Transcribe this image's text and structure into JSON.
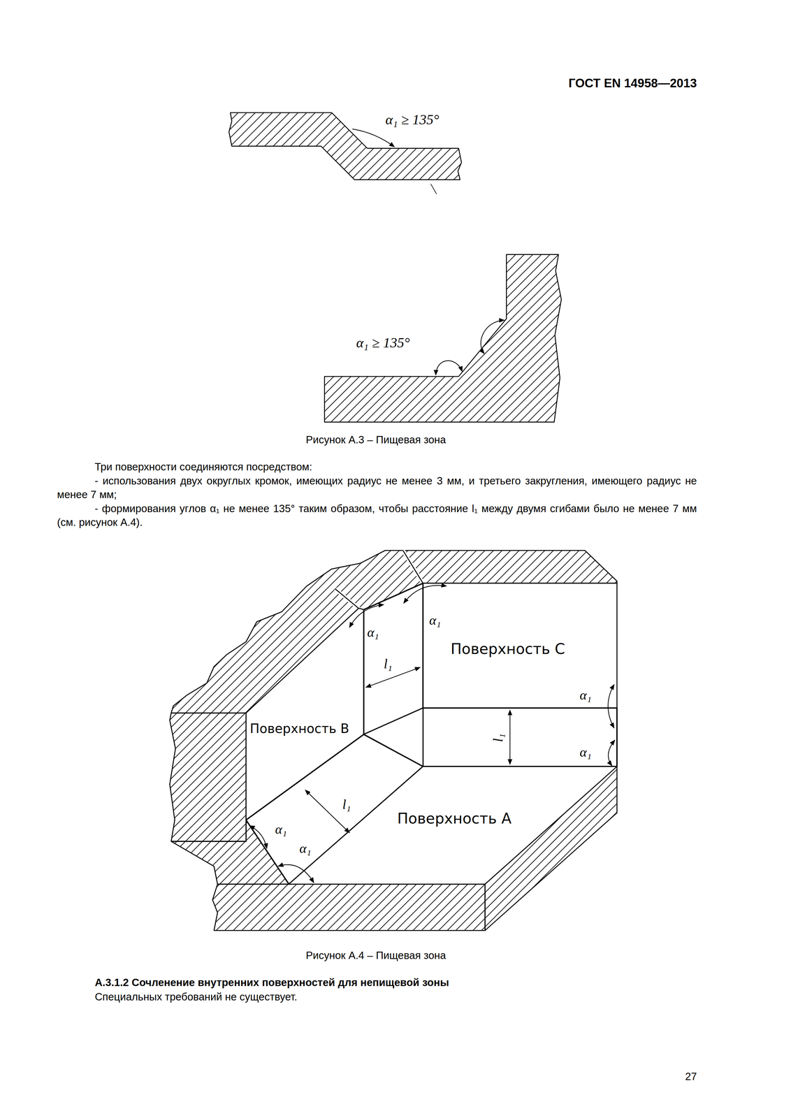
{
  "diagram": {
    "nodes": [
      {
        "text": [
          "Поверхность C"
        ]
      },
      {
        "text": [
          "Поверхность B"
        ]
      },
      {
        "text": [
          "Поверхность A"
        ]
      }
    ],
    "labels": [
      "ГОСТ EN 14958—2013",
      "α₁ ≥ 135°",
      "α₁ ≥ 135°",
      "Рисунок А.3 – Пищевая зона",
      "Три поверхности соединяются посредством:",
      "- использования двух округлых кромок, имеющих радиус не менее 3 мм, и третьего закругления, имеющего радиус не менее 7 мм;",
      "- формирования углов α₁ не менее 135° таким образом, чтобы расстояние l₁ между двумя сгибами было не менее 7 мм (см. рисунок А.4).",
      "α₁",
      "α₁",
      "l₁",
      "α₁",
      "l₁",
      "α₁",
      "l₁",
      "α₁",
      "α₁",
      "Рисунок А.4 – Пищевая зона",
      "А.3.1.2 Сочленение внутренних поверхностей для непищевой зоны",
      "Специальных требований не существует.",
      "27"
    ]
  }
}
